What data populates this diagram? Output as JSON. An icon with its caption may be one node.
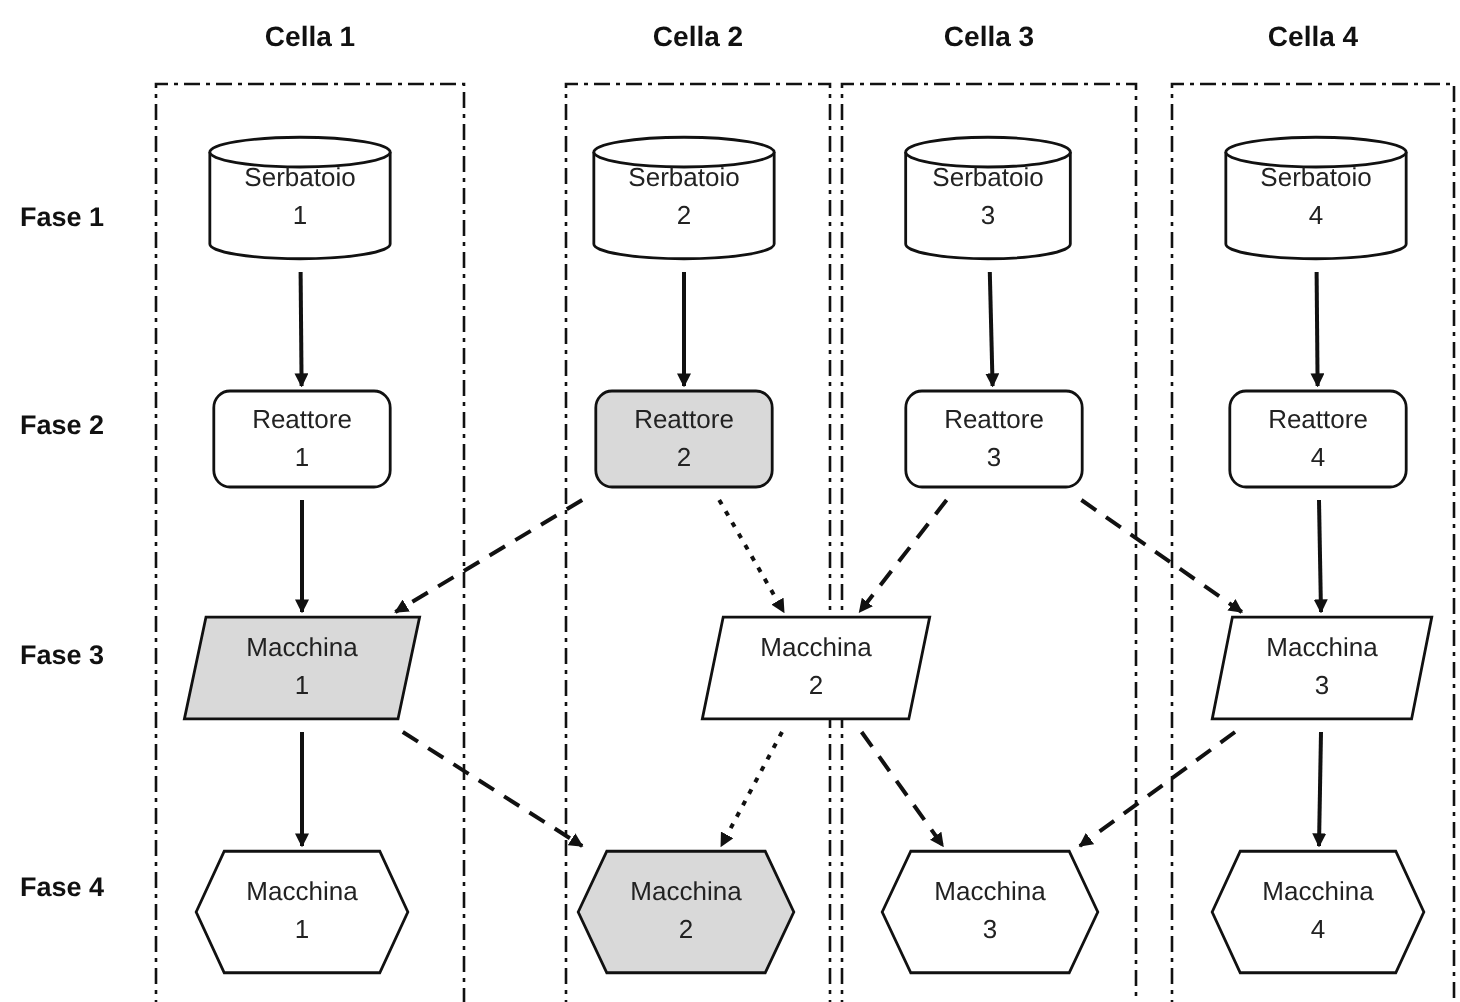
{
  "diagram": {
    "nodes": [
      {
        "text": [
          "Cella 1"
        ]
      },
      {
        "text": [
          "Cella 2"
        ]
      },
      {
        "text": [
          "Cella 3"
        ]
      },
      {
        "text": [
          "Cella 4"
        ]
      },
      {
        "text": [
          "Serbatoio 1"
        ],
        "in": 0
      },
      {
        "text": [
          "Serbatoio 2"
        ],
        "in": 1
      },
      {
        "text": [
          "Serbatoio 3"
        ],
        "in": 2
      },
      {
        "text": [
          "Serbatoio 4"
        ],
        "in": 3
      },
      {
        "text": [
          "Reattore 1"
        ],
        "in": 0
      },
      {
        "text": [
          "Reattore 2"
        ],
        "in": 1
      },
      {
        "text": [
          "Reattore 3"
        ],
        "in": 2
      },
      {
        "text": [
          "Reattore 4"
        ],
        "in": 3
      },
      {
        "text": [
          "Macchina 1"
        ],
        "in": 0
      },
      {
        "text": [
          "Macchina 2"
        ]
      },
      {
        "text": [
          "Macchina 3"
        ],
        "in": 3
      },
      {
        "text": [
          "Macchina 1"
        ],
        "in": 0
      },
      {
        "text": [
          "Macchina 2"
        ],
        "in": 1
      },
      {
        "text": [
          "Macchina 3"
        ],
        "in": 2
      },
      {
        "text": [
          "Macchina 4"
        ],
        "in": 3
      }
    ],
    "edges": [
      {
        "from": 4,
        "to": 8,
        "arrow": "to"
      },
      {
        "from": 5,
        "to": 9,
        "arrow": "to"
      },
      {
        "from": 6,
        "to": 10,
        "arrow": "to"
      },
      {
        "from": 7,
        "to": 11,
        "arrow": "to"
      },
      {
        "from": 8,
        "to": 12,
        "arrow": "to"
      },
      {
        "from": 9,
        "to": 12,
        "arrow": "to",
        "style": "dashed"
      },
      {
        "from": 9,
        "to": 13,
        "arrow": "to",
        "style": "dashed"
      },
      {
        "from": 10,
        "to": 13,
        "arrow": "to",
        "style": "dashed"
      },
      {
        "from": 10,
        "to": 14,
        "arrow": "to",
        "style": "dashed"
      },
      {
        "from": 11,
        "to": 14,
        "arrow": "to"
      },
      {
        "from": 12,
        "to": 15,
        "arrow": "to"
      },
      {
        "from": 12,
        "to": 16,
        "arrow": "to",
        "style": "dashed"
      },
      {
        "from": 13,
        "to": 16,
        "arrow": "to",
        "style": "dashed"
      },
      {
        "from": 13,
        "to": 17,
        "arrow": "to",
        "style": "dashed"
      },
      {
        "from": 14,
        "to": 17,
        "arrow": "to",
        "style": "dashed"
      },
      {
        "from": 14,
        "to": 18,
        "arrow": "to"
      }
    ],
    "labels": [
      "Fase 1",
      "Fase 2",
      "Fase 3",
      "Fase 4"
    ]
  }
}
